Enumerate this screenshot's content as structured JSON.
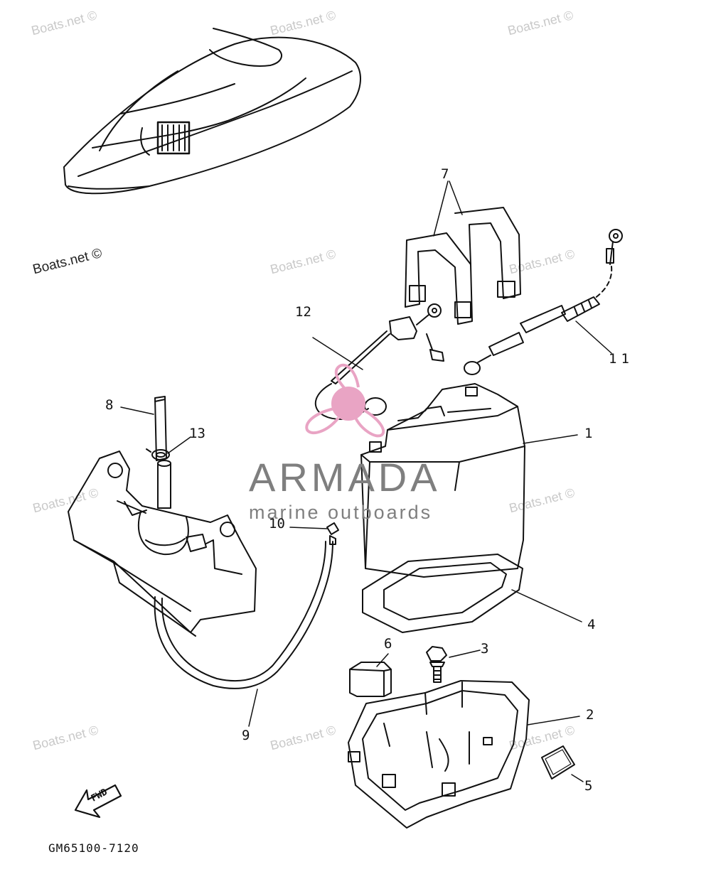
{
  "watermarks": [
    "Boats.net ©",
    "Boats.net ©",
    "Boats.net ©",
    "Boats.net ©",
    "Boats.net ©",
    "Boats.net ©",
    "Boats.net ©",
    "Boats.net ©",
    "Boats.net ©",
    "Boats.net ©",
    "Boats.net ©"
  ],
  "callouts": [
    "1",
    "2",
    "3",
    "4",
    "5",
    "6",
    "7",
    "8",
    "9",
    "10",
    "11",
    "12",
    "13"
  ],
  "direction_label": "FWD",
  "diagram_code": "GM65100-7120",
  "logo": {
    "name": "ARMADA",
    "tagline": "marine outboards",
    "accent": "#e9a4c4"
  },
  "colors": {
    "line": "#111111",
    "watermark": "#c9c9c9",
    "logo": "#7f7f7f"
  }
}
